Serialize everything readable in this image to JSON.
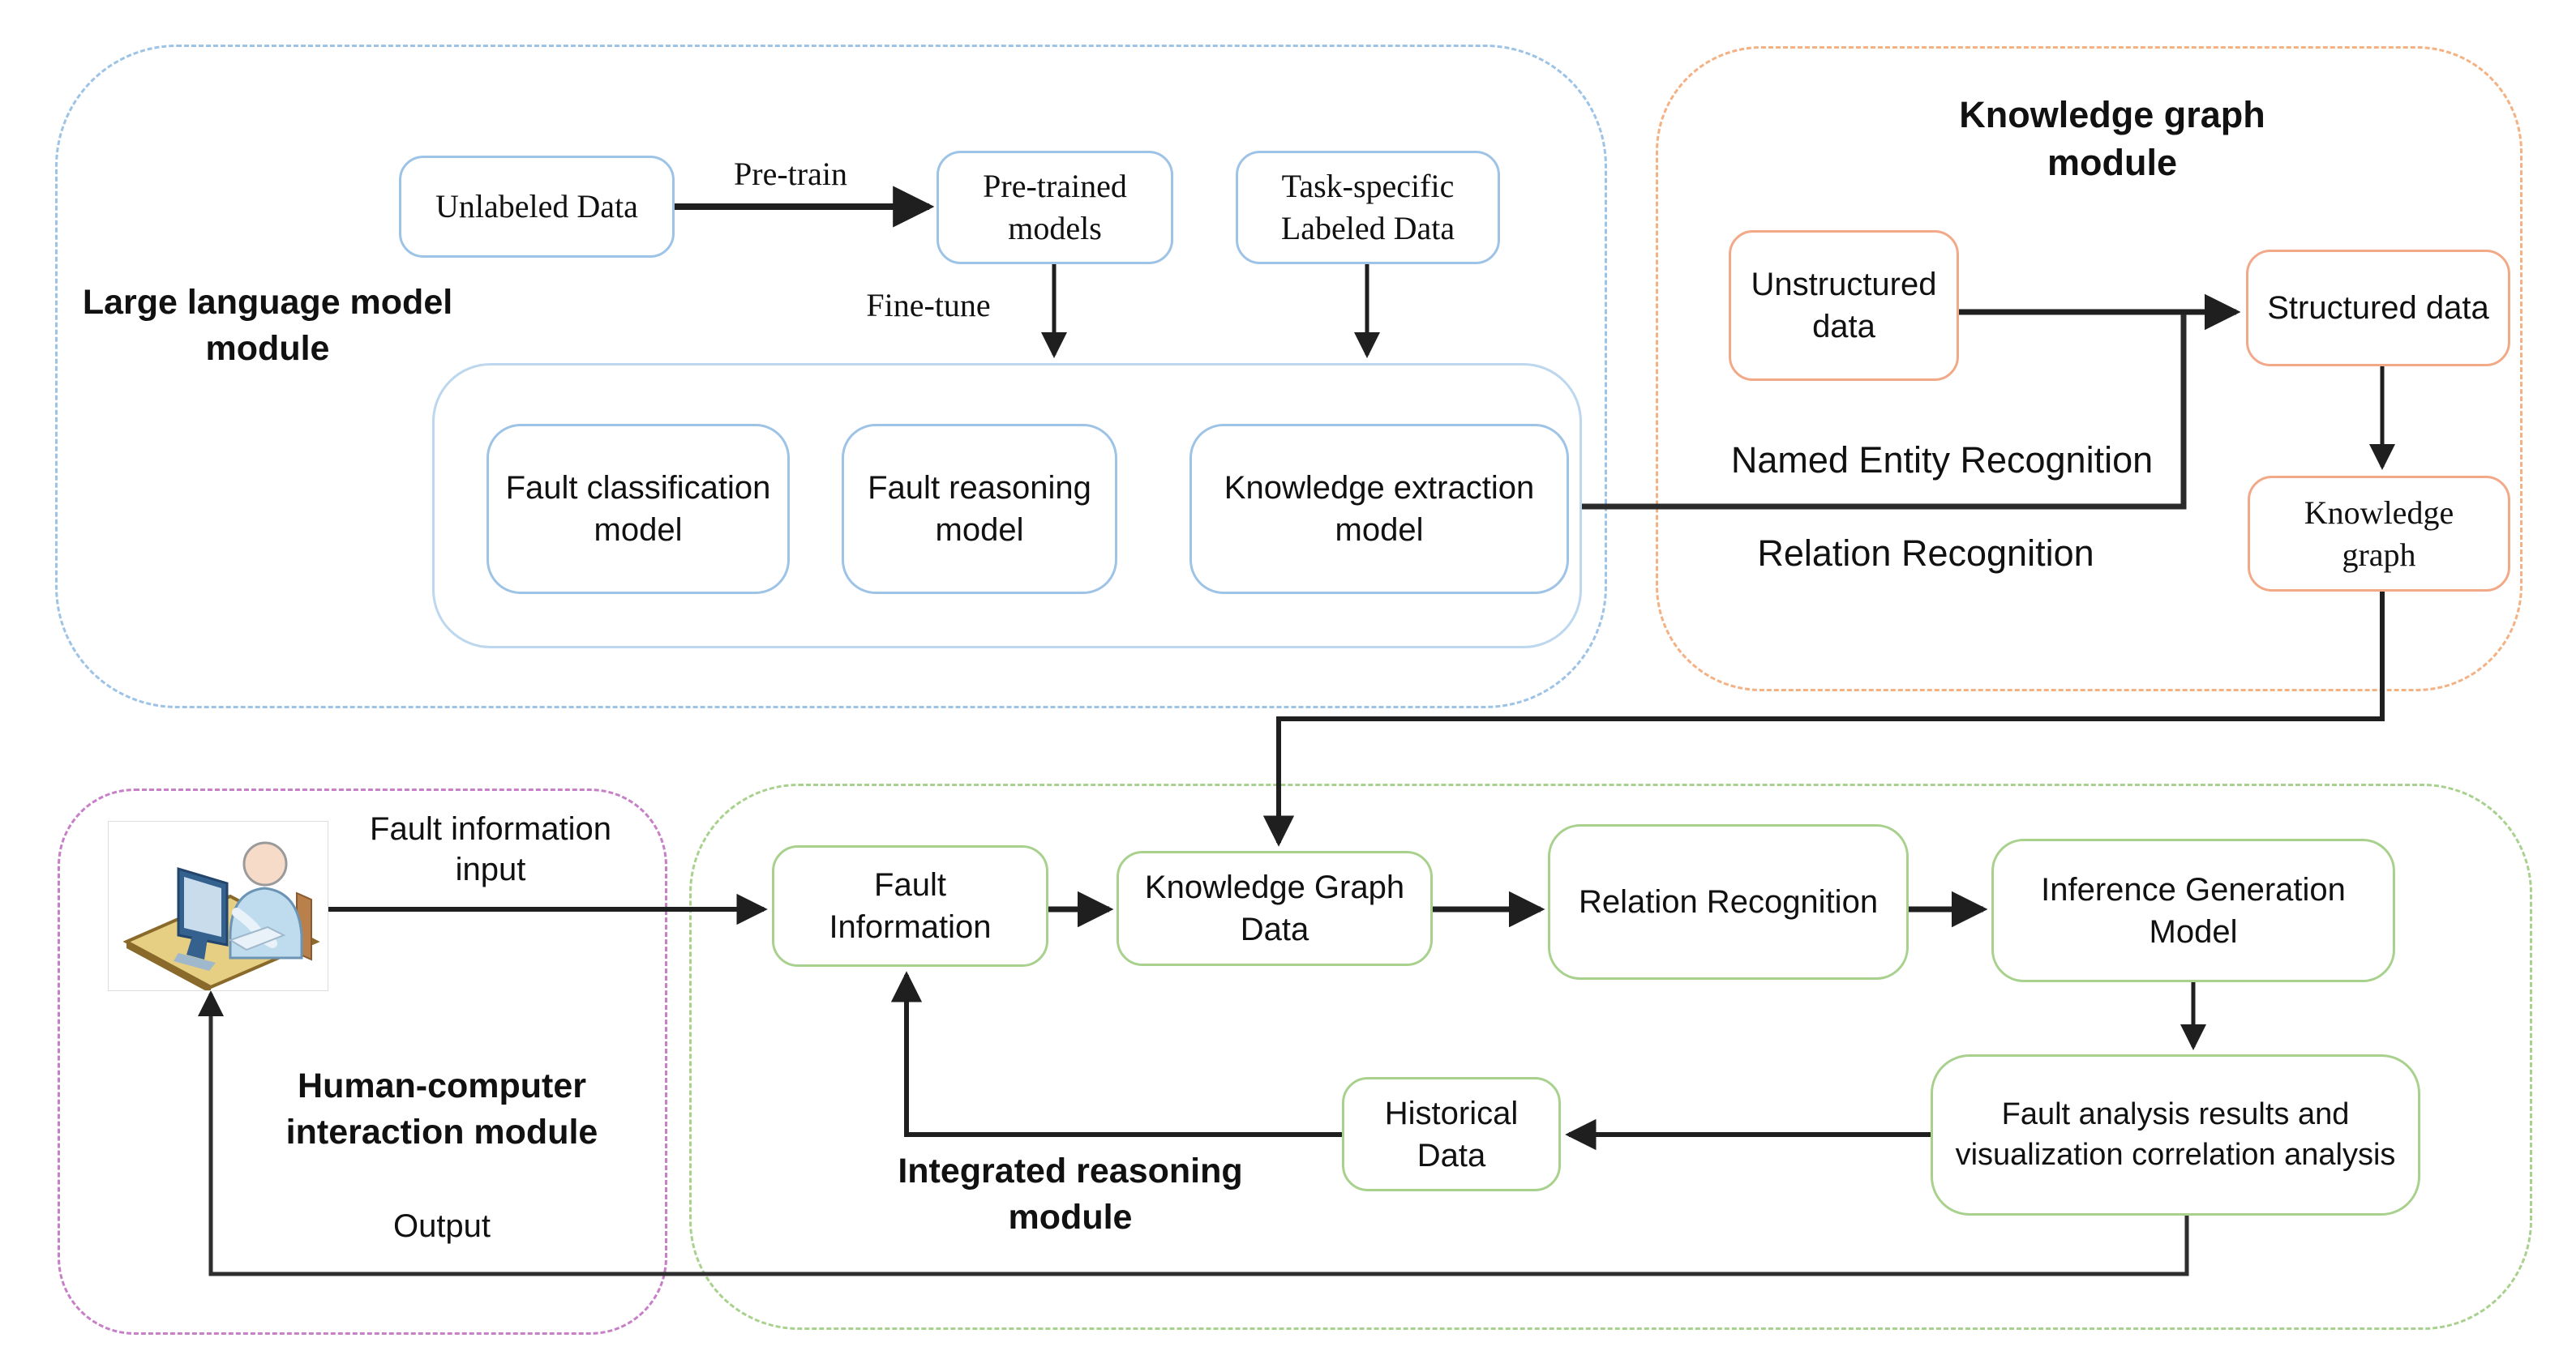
{
  "colors": {
    "blue_border": "#9DC3E6",
    "blue_inner_container": "#BDD7EE",
    "orange_box_border": "#F2A988",
    "orange_dash": "#F4B183",
    "green_border": "#A9D18E",
    "purple_dash": "#C77FC7",
    "arrow_black": "#1F1F1F"
  },
  "llm": {
    "title_line1": "Large language model",
    "title_line2": "module",
    "pretrain_label": "Pre-train",
    "finetune_label": "Fine-tune",
    "boxes": {
      "unlabeled": "Unlabeled Data",
      "pretrained": "Pre-trained models",
      "task_specific": "Task-specific Labeled Data",
      "fault_classification": "Fault classification model",
      "fault_reasoning": "Fault reasoning model",
      "knowledge_extraction": "Knowledge extraction model"
    }
  },
  "kg": {
    "title_line1": "Knowledge graph",
    "title_line2": "module",
    "ner_label": "Named Entity Recognition",
    "relation_label": "Relation Recognition",
    "boxes": {
      "unstructured": "Unstructured data",
      "structured": "Structured data",
      "knowledge_graph": "Knowledge graph"
    }
  },
  "hci": {
    "title_line1": "Human-computer",
    "title_line2": "interaction module",
    "fault_input_line1": "Fault information",
    "fault_input_line2": "input",
    "output_label": "Output",
    "icon": "person-at-computer-icon"
  },
  "ir": {
    "title_line1": "Integrated reasoning",
    "title_line2": "module",
    "boxes": {
      "fault_information": "Fault Information",
      "kg_data": "Knowledge Graph Data",
      "relation_recognition": "Relation Recognition",
      "inference": "Inference Generation Model",
      "fault_analysis": "Fault analysis results and visualization correlation analysis",
      "historical": "Historical Data"
    }
  }
}
